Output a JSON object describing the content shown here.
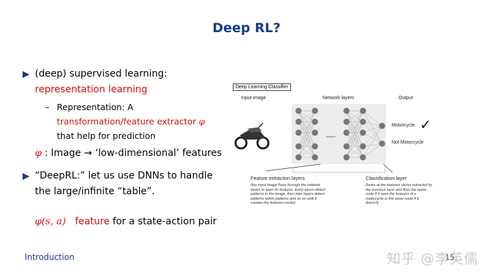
{
  "slide": {
    "title": "Deep RL?",
    "bullet1": {
      "line1": "(deep) supervised learning:",
      "line2": "representation learning",
      "sub": {
        "dash": "–",
        "line1": "Representation: A",
        "line2": "transformation/feature extractor",
        "line2_symbol": "φ",
        "line3": "that help for prediction"
      },
      "phi_symbol": "φ",
      "phi_line": ": Image → ‘low-dimensional’ features"
    },
    "bullet2": {
      "line1": "“DeepRL:” let us use DNNs to handle",
      "line2": "the large/infinite “table”."
    },
    "feature_line": {
      "math": "φ(s, a)",
      "red": "feature",
      "rest": "for a state-action pair"
    },
    "footer": "Introduction",
    "page_number": "15",
    "watermark": "知乎 @李英儒"
  },
  "diagram": {
    "box_title": "Deep Learning Classifier",
    "input_label": "Input image",
    "network_label": "Network layers",
    "output_label": "Output",
    "out1": "Motorcycle",
    "out2": "Not Motorcycle",
    "checkmark": "✓",
    "fe_title": "Feature extraction layers",
    "fe_desc": "(the input image flows through the network layers to learn its features. Early layers detect patterns in the image, then later layers detect patterns within patterns and so on until it creates the features vector)",
    "cl_title": "Classification layer",
    "cl_desc": "(looks at the features vector extracted by the previous layer and fires the upper node if it sees the featuers of a motorcycle or the lower node if it doesn't)"
  },
  "colors": {
    "title_blue": "#1a3a8a",
    "accent_red": "#cc1111"
  }
}
